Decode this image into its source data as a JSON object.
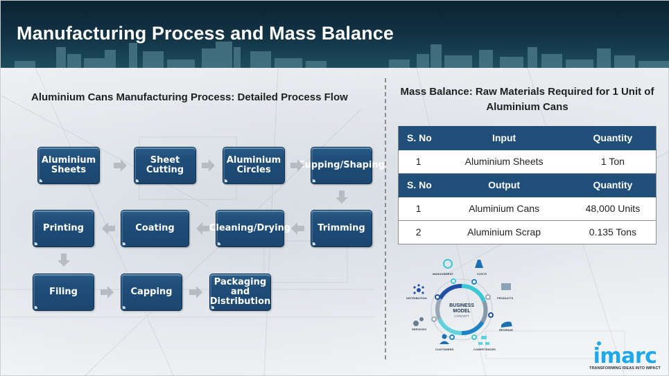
{
  "header": {
    "title": "Manufacturing Process and Mass Balance"
  },
  "process_flow": {
    "title": "Aluminium Cans Manufacturing Process: Detailed Process Flow",
    "steps": [
      {
        "label": "Aluminium Sheets"
      },
      {
        "label": "Sheet Cutting"
      },
      {
        "label": "Aluminium Circles"
      },
      {
        "label": "Cupping/Shaping"
      },
      {
        "label": "Trimming"
      },
      {
        "label": "Cleaning/Drying"
      },
      {
        "label": "Coating"
      },
      {
        "label": "Printing"
      },
      {
        "label": "Filing"
      },
      {
        "label": "Capping"
      },
      {
        "label": "Packaging and Distribution"
      }
    ]
  },
  "mass_balance": {
    "title": "Mass Balance: Raw Materials Required for 1 Unit of Aluminium Cans",
    "input_header": {
      "sno": "S. No",
      "name": "Input",
      "qty": "Quantity"
    },
    "inputs": [
      {
        "sno": "1",
        "name": "Aluminium Sheets",
        "qty": "1 Ton"
      }
    ],
    "output_header": {
      "sno": "S. No",
      "name": "Output",
      "qty": "Quantity"
    },
    "outputs": [
      {
        "sno": "1",
        "name": "Aluminium Cans",
        "qty": "48,000 Units"
      },
      {
        "sno": "2",
        "name": "Aluminium Scrap",
        "qty": "0.135 Tons"
      }
    ]
  },
  "business_model": {
    "center_line1": "BUSINESS",
    "center_line2": "MODEL",
    "center_line3": "CONCEPT",
    "labels": {
      "management": "MANAGEMENT",
      "costs": "COSTS",
      "products": "PRODUCTS",
      "revenue": "REVENUE",
      "competences": "COMPETENCES",
      "customers": "CUSTOMERS",
      "services": "SERVICES",
      "distribution": "DISTRIBUTION"
    }
  },
  "logo": {
    "name": "imarc",
    "tagline": "TRANSFORMING IDEAS INTO IMPACT"
  },
  "colors": {
    "box_fill": "#1f4e79",
    "header_bg": "#123446",
    "table_header": "#1f4e79",
    "logo_blue": "#1fa9e8"
  }
}
